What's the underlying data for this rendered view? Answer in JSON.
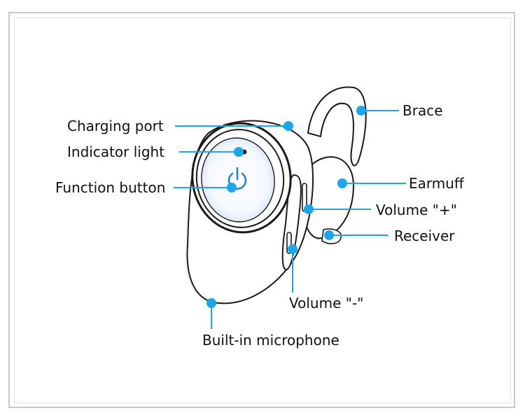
{
  "labels": {
    "charging_port": "Charging port",
    "indicator_light": "Indicator light",
    "function_button": "Function button",
    "brace": "Brace",
    "earmuff": "Earmuff",
    "volume_plus": "Volume \"+\"",
    "receiver": "Receiver",
    "volume_minus": "Volume \"-\"",
    "builtin_microphone": "Built-in microphone"
  },
  "colors": {
    "callout_dot": "#1aa6ea",
    "callout_line": "#1aa6ea",
    "sketch_line": "#1a1a1a",
    "button_glow": "#2a7fd0"
  }
}
